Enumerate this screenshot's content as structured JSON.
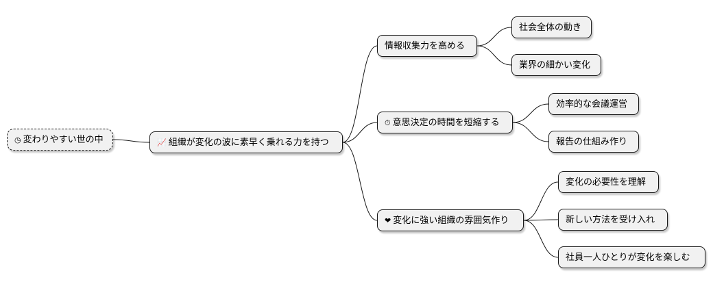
{
  "root": {
    "label": "変わりやすい世の中",
    "icon": "clock-icon"
  },
  "main": {
    "label": "組織が変化の波に素早く乗れる力を持つ",
    "icon": "chart-up-icon"
  },
  "branches": [
    {
      "label": "情報収集力を高める",
      "icon": "",
      "children": [
        "社会全体の動き",
        "業界の細かい変化"
      ]
    },
    {
      "label": "意思決定の時間を短縮する",
      "icon": "stopwatch-icon",
      "children": [
        "効率的な会議運営",
        "報告の仕組み作り"
      ]
    },
    {
      "label": "変化に強い組織の雰囲気作り",
      "icon": "heart-icon",
      "children": [
        "変化の必要性を理解",
        "新しい方法を受け入れ",
        "社員一人ひとりが変化を楽しむ"
      ]
    }
  ]
}
